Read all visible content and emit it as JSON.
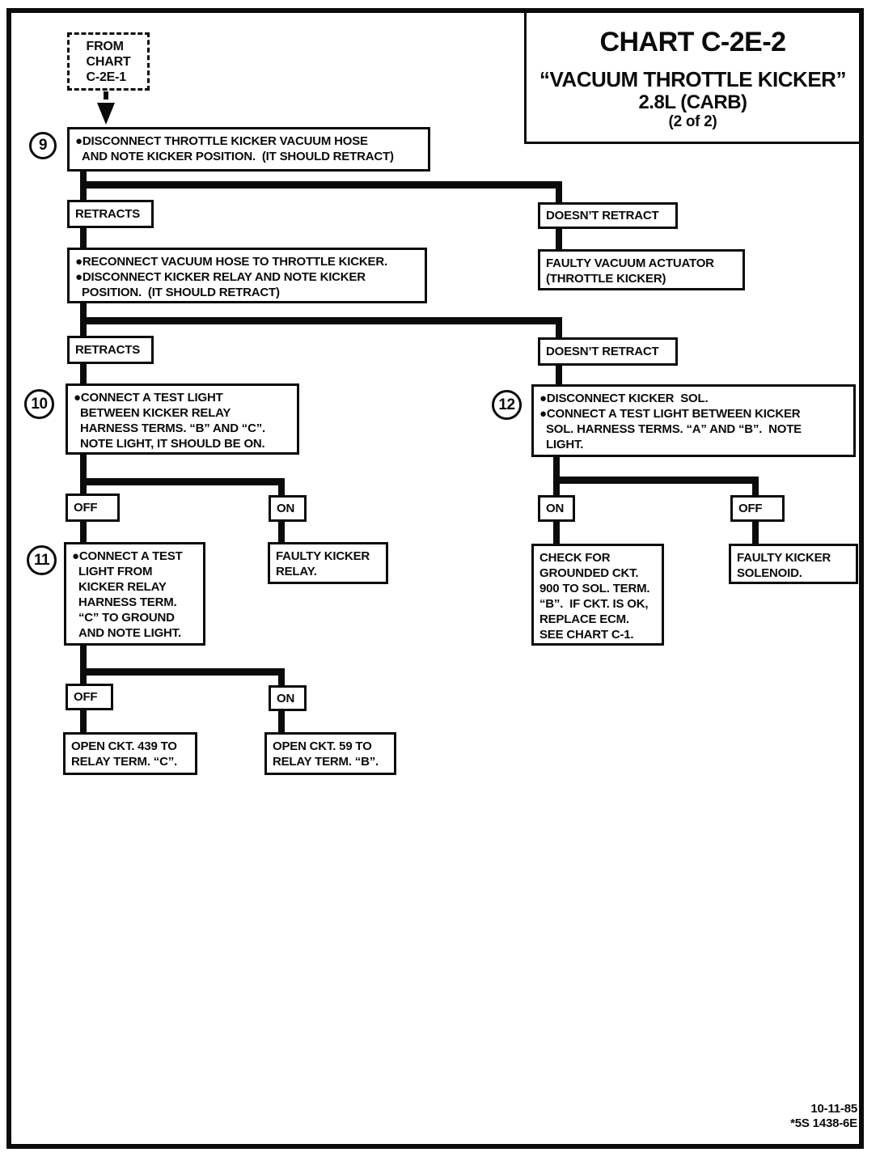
{
  "title_box": {
    "line1": "CHART C-2E-2",
    "line2": "“VACUUM THROTTLE KICKER”",
    "line3": "2.8L  (CARB)",
    "line4": "(2 of 2)"
  },
  "entry": {
    "label": "FROM\nCHART\nC-2E-1"
  },
  "nodes": {
    "step9": {
      "number": "9",
      "text": "●DISCONNECT THROTTLE KICKER VACUUM HOSE\n  AND NOTE KICKER POSITION.  (IT SHOULD RETRACT)"
    },
    "retracts1": "RETRACTS",
    "doesnt_retract1": "DOESN’T RETRACT",
    "reconnect": "●RECONNECT VACUUM HOSE TO THROTTLE KICKER.\n●DISCONNECT KICKER RELAY AND NOTE KICKER\n  POSITION.  (IT SHOULD RETRACT)",
    "faulty_vacuum_actuator": "FAULTY VACUUM ACTUATOR\n(THROTTLE KICKER)",
    "retracts2": "RETRACTS",
    "doesnt_retract2": "DOESN’T RETRACT",
    "step10": {
      "number": "10",
      "text": "●CONNECT A TEST LIGHT\n  BETWEEN KICKER RELAY\n  HARNESS TERMS. “B” AND “C”.\n  NOTE LIGHT, IT SHOULD BE ON."
    },
    "step12": {
      "number": "12",
      "text": "●DISCONNECT KICKER  SOL.\n●CONNECT A TEST LIGHT BETWEEN KICKER\n  SOL. HARNESS TERMS. “A” AND “B”.  NOTE\n  LIGHT."
    },
    "off_left": "OFF",
    "on_left": "ON",
    "step11": {
      "number": "11",
      "text": "●CONNECT A TEST\n  LIGHT FROM\n  KICKER RELAY\n  HARNESS TERM.\n  “C” TO GROUND\n  AND NOTE LIGHT."
    },
    "faulty_kicker_relay": "FAULTY KICKER\nRELAY.",
    "on_right": "ON",
    "off_right": "OFF",
    "check_grounded": "CHECK FOR\nGROUNDED CKT.\n900 TO SOL. TERM.\n“B”.  IF CKT. IS OK,\nREPLACE ECM.\nSEE CHART C-1.",
    "faulty_kicker_solenoid": "FAULTY KICKER\nSOLENOID.",
    "off_bottom": "OFF",
    "on_bottom": "ON",
    "open_ckt_439": "OPEN CKT. 439 TO\nRELAY TERM. “C”.",
    "open_ckt_59": "OPEN CKT. 59 TO\nRELAY TERM. “B”."
  },
  "footer": {
    "date": "10-11-85",
    "doc_number": "*5S 1438-6E"
  }
}
